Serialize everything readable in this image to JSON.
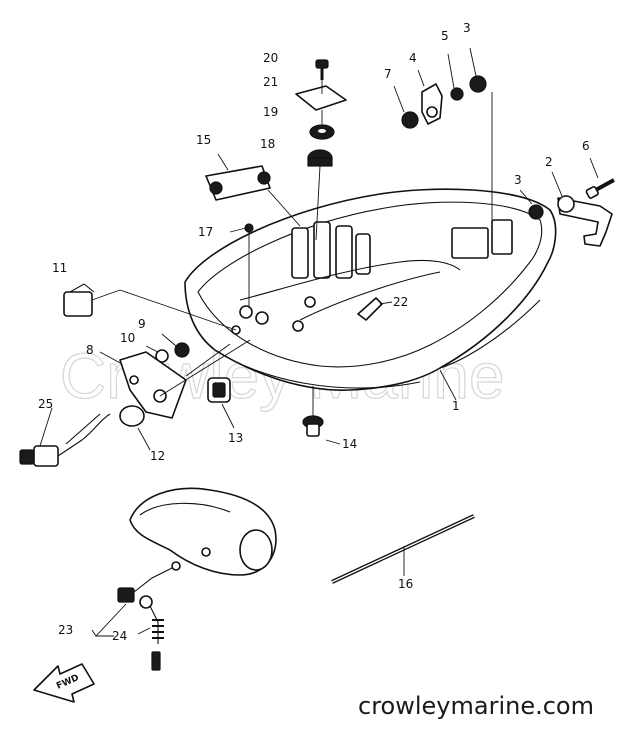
{
  "callouts": {
    "n1": "1",
    "n2": "2",
    "n3a": "3",
    "n3b": "3",
    "n4": "4",
    "n5": "5",
    "n6": "6",
    "n7": "7",
    "n8": "8",
    "n9": "9",
    "n10": "10",
    "n11": "11",
    "n12": "12",
    "n13": "13",
    "n14": "14",
    "n15": "15",
    "n16": "16",
    "n17": "17",
    "n18": "18",
    "n19": "19",
    "n20": "20",
    "n21": "21",
    "n22": "22",
    "n23": "23",
    "n24": "24",
    "n25": "25"
  },
  "watermark": "Crowley Marine",
  "footer_site": "crowleymarine.com",
  "fwd_label": "FWD",
  "colors": {
    "ink": "#111111",
    "watermark": "#d6d6d6",
    "background": "#ffffff"
  }
}
